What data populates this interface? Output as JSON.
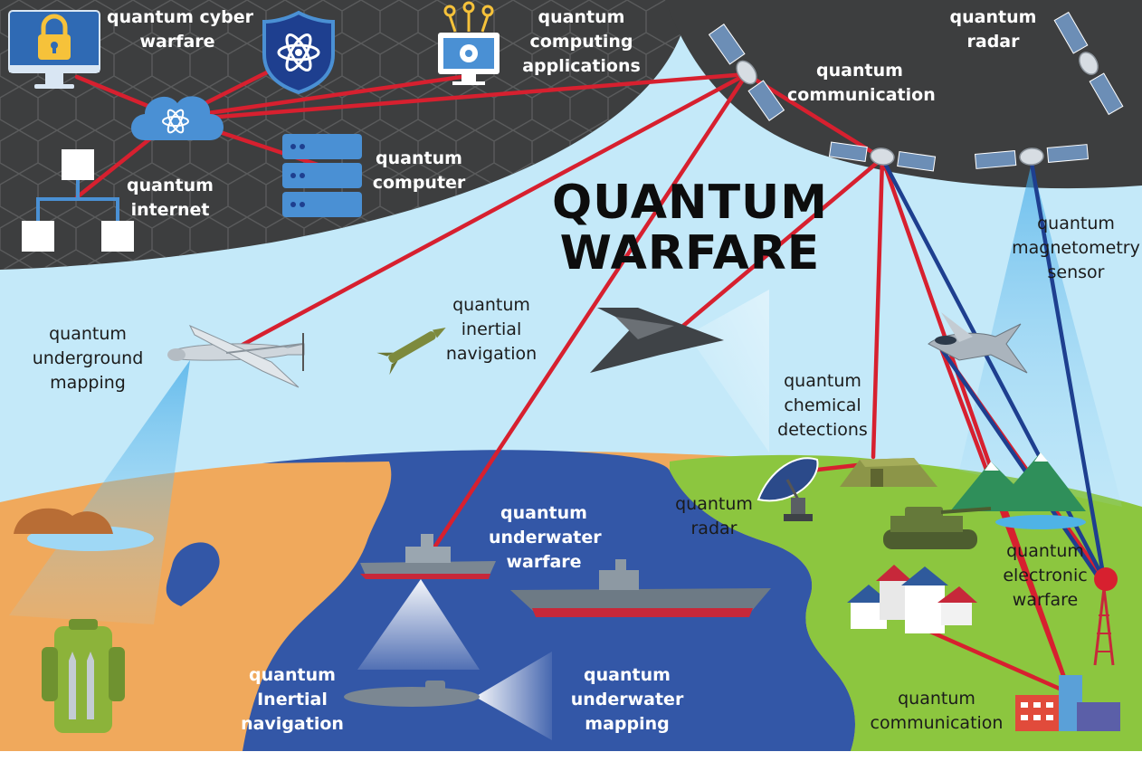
{
  "title": {
    "line1": "QUANTUM",
    "line2": "WARFARE"
  },
  "labels": {
    "cyber_warfare": "quantum cyber\nwarfare",
    "computing_applications": "quantum\ncomputing\napplications",
    "radar_sky": "quantum\nradar",
    "communication_sky": "quantum\ncommunication",
    "computer": "quantum\ncomputer",
    "internet": "quantum\ninternet",
    "magnetometry_sensor": "quantum\nmagnetometry\nsensor",
    "underground_mapping": "quantum\nunderground\nmapping",
    "inertial_navigation_air": "quantum\ninertial\nnavigation",
    "chemical_detections": "quantum\nchemical\ndetections",
    "radar_ground": "quantum\nradar",
    "underwater_warfare": "quantum\nunderwater\nwarfare",
    "electronic_warfare": "quantum\nelectronic\nwarfare",
    "inertial_navigation_sea": "quantum\nInertial\nnavigation",
    "underwater_mapping": "quantum\nunderwater\nmapping",
    "communication_ground": "quantum\ncommunication"
  },
  "colors": {
    "sky": "#c4e9f9",
    "dark_zone": "#3d3e3f",
    "sea": "#3357a7",
    "desert": "#f0a95c",
    "land": "#8cc63f",
    "red_link": "#d7202f",
    "blue_link": "#1e3f8f",
    "icon_blue": "#4a90d4"
  },
  "icons": [
    "lock-monitor-icon",
    "atom-shield-icon",
    "monitor-gear-icon",
    "cloud-atom-icon",
    "server-stack-icon",
    "network-tree-icon",
    "satellite-icon",
    "drone-icon",
    "missile-icon",
    "stealth-bomber-icon",
    "fighter-jet-icon",
    "radar-dish-icon",
    "army-tent-icon",
    "tank-icon",
    "warship-icon",
    "aircraft-carrier-icon",
    "submarine-icon",
    "houses-icon",
    "radio-tower-icon",
    "factory-icon",
    "backpack-icon",
    "mountains-icon",
    "rocks-icon"
  ]
}
